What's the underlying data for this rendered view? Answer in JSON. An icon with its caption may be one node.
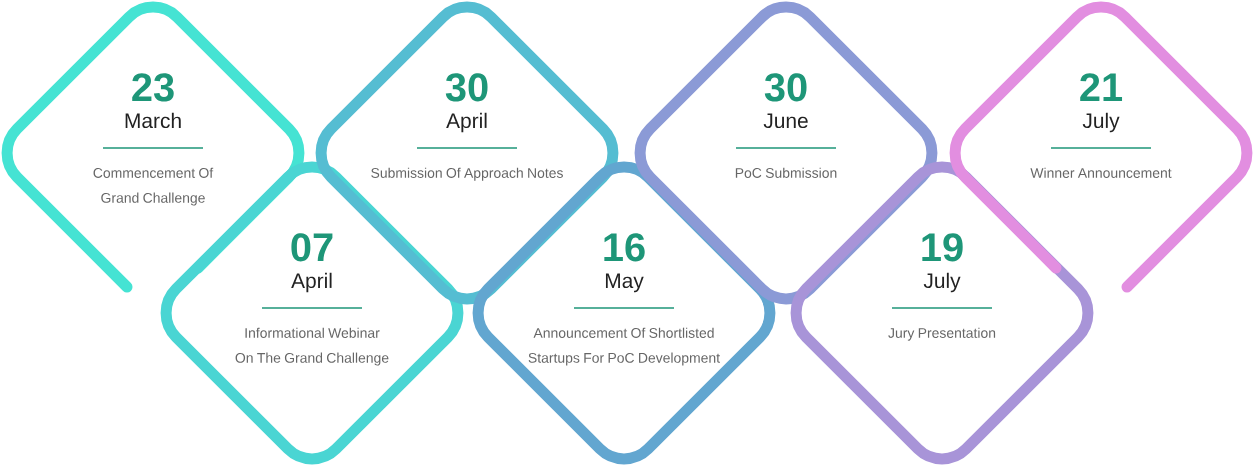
{
  "diagram": {
    "nodes": [
      {
        "text": [
          "23",
          "March",
          "Commencement Of Grand Challenge"
        ]
      },
      {
        "text": [
          "07",
          "April",
          "Informational Webinar On The Grand Challenge"
        ]
      },
      {
        "text": [
          "30",
          "April",
          "Submission Of Approach Notes"
        ]
      },
      {
        "text": [
          "16",
          "May",
          "Announcement Of Shortlisted Startups For PoC Development"
        ]
      },
      {
        "text": [
          "30",
          "June",
          "PoC Submission"
        ]
      },
      {
        "text": [
          "19",
          "July",
          "Jury Presentation"
        ]
      },
      {
        "text": [
          "21",
          "July",
          "Winner Announcement"
        ]
      }
    ]
  }
}
